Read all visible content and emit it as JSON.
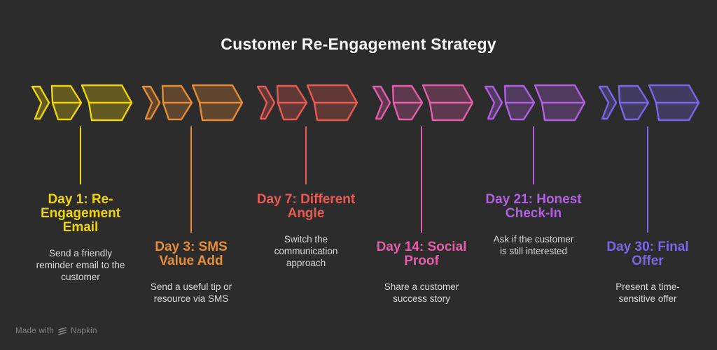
{
  "title": "Customer Re-Engagement Strategy",
  "background_color": "#2c2c2c",
  "footer": {
    "prefix": "Made with",
    "brand": "Napkin"
  },
  "steps": [
    {
      "label": "Day 1: Re-Engagement Email",
      "description": "Send a friendly reminder email to the customer",
      "color": "#f0d505"
    },
    {
      "label": "Day 3: SMS Value Add",
      "description": "Send a useful tip or resource via SMS",
      "color": "#e88d35"
    },
    {
      "label": "Day 7: Different Angle",
      "description": "Switch the communication approach",
      "color": "#ea5a52"
    },
    {
      "label": "Day 14: Social Proof",
      "description": "Share a customer success story",
      "color": "#e45fa9"
    },
    {
      "label": "Day 21: Honest Check-In",
      "description": "Ask if the customer is still interested",
      "color": "#b160e2"
    },
    {
      "label": "Day 30: Final Offer",
      "description": "Present a time-sensitive offer",
      "color": "#7a66e8"
    }
  ]
}
